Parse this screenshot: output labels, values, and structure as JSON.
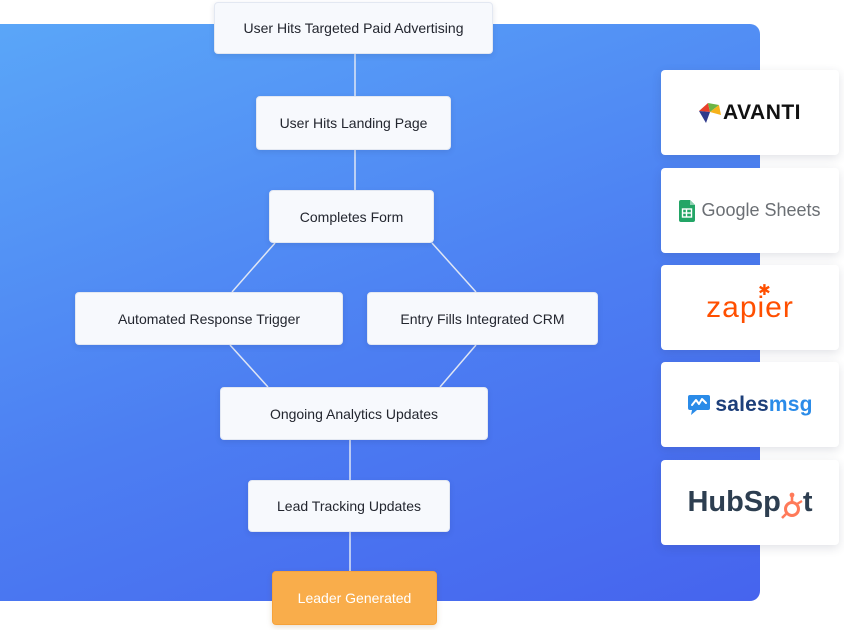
{
  "flow": {
    "nodes": [
      {
        "id": "ad",
        "label": "User Hits Targeted Paid Advertising"
      },
      {
        "id": "landing",
        "label": "User Hits Landing Page"
      },
      {
        "id": "form",
        "label": "Completes Form"
      },
      {
        "id": "auto",
        "label": "Automated Response Trigger"
      },
      {
        "id": "crm",
        "label": "Entry Fills Integrated CRM"
      },
      {
        "id": "analytics",
        "label": "Ongoing Analytics Updates"
      },
      {
        "id": "tracking",
        "label": "Lead Tracking Updates"
      },
      {
        "id": "leader",
        "label": "Leader Generated"
      }
    ],
    "edges": [
      [
        "ad",
        "landing"
      ],
      [
        "landing",
        "form"
      ],
      [
        "form",
        "auto"
      ],
      [
        "form",
        "crm"
      ],
      [
        "auto",
        "analytics"
      ],
      [
        "crm",
        "analytics"
      ],
      [
        "analytics",
        "tracking"
      ],
      [
        "tracking",
        "leader"
      ]
    ]
  },
  "integrations": [
    {
      "name": "avanti",
      "text": "AVANTI",
      "icon": "avanti-mark-icon"
    },
    {
      "name": "google-sheets",
      "text": "Google Sheets",
      "icon": "sheets-icon"
    },
    {
      "name": "zapier",
      "text": "zapier",
      "icon": "zapier-burst-icon"
    },
    {
      "name": "salesmsg",
      "text_a": "sales",
      "text_b": "msg",
      "icon": "chat-bubble-icon"
    },
    {
      "name": "hubspot",
      "text_a": "HubSp",
      "text_b": "t",
      "icon": "sprocket-icon"
    }
  ],
  "colors": {
    "panel_top": "#5aa6f8",
    "panel_bottom": "#4664ee",
    "node_bg": "#f7f9fd",
    "final_node": "#f9ad4b",
    "connector": "#dfe6f5",
    "zapier": "#ff4f00",
    "hubspot_sprocket": "#ff7a59",
    "salesmsg_dark": "#1d3f7a",
    "salesmsg_light": "#2a8be8",
    "sheets_green": "#23a566"
  }
}
